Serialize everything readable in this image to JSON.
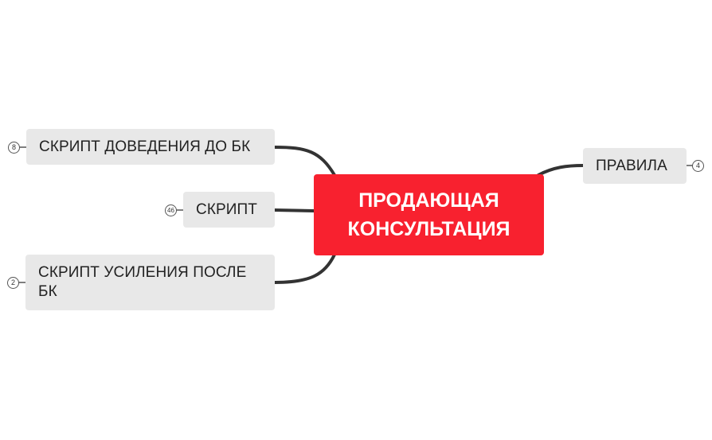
{
  "colors": {
    "central_fill": "#f8212f",
    "topic_fill": "#e8e8e8",
    "connector": "#333333"
  },
  "central_topic": {
    "line1": "ПРОДАЮЩАЯ",
    "line2": "КОНСУЛЬТАЦИЯ"
  },
  "topics": [
    {
      "label": "СКРИПТ ДОВЕДЕНИЯ ДО БК",
      "collapsed_count": "8"
    },
    {
      "label": "СКРИПТ",
      "collapsed_count": "46"
    },
    {
      "label_line1": "СКРИПТ УСИЛЕНИЯ ПОСЛЕ",
      "label_line2": "БК",
      "collapsed_count": "2"
    },
    {
      "label": "ПРАВИЛА",
      "collapsed_count": "4"
    }
  ]
}
